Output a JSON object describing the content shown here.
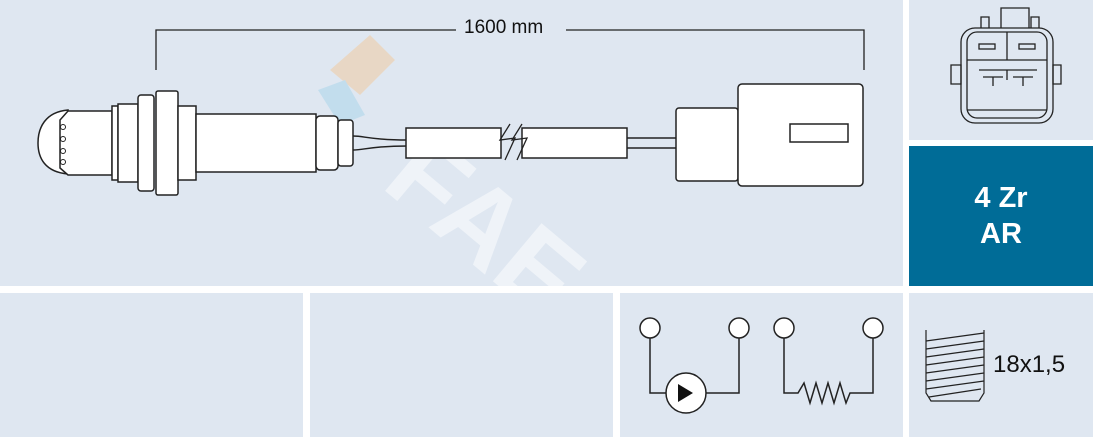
{
  "product": {
    "cable_length": "1600 mm",
    "sensor_type": {
      "line1": "4 Zr",
      "line2": "AR"
    },
    "thread": "18x1,5",
    "watermark": "FAE"
  },
  "colors": {
    "panel_bg": "#dfe7f1",
    "accent": "#006c97",
    "line": "#222222"
  }
}
